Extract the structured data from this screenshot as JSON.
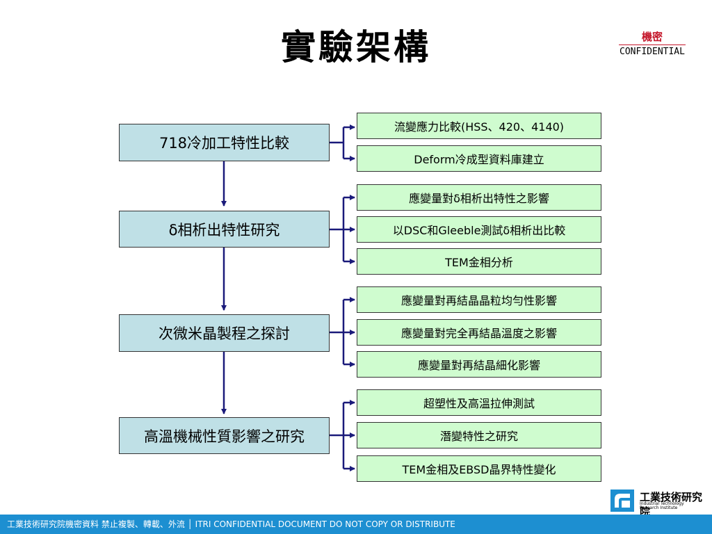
{
  "title": "實驗架構",
  "confidential": {
    "cn": "機密",
    "en": "CONFIDENTIAL"
  },
  "main_steps": [
    "718冷加工特性比較",
    "δ相析出特性研究",
    "次微米晶製程之探討",
    "高溫機械性質影響之研究"
  ],
  "sub_items": [
    [
      "流變應力比較(HSS、420、4140)",
      "Deform冷成型資料庫建立"
    ],
    [
      "應變量對δ相析出特性之影響",
      "以DSC和Gleeble測試δ相析出比較",
      "TEM金相分析"
    ],
    [
      "應變量對再結晶晶粒均勻性影響",
      "應變量對完全再結晶溫度之影響",
      "應變量對再結晶細化影響"
    ],
    [
      "超塑性及高溫拉伸測試",
      "潛變特性之研究",
      "TEM金相及EBSD晶界特性變化"
    ]
  ],
  "logo": {
    "cn": "工業技術研究院",
    "en": "Industrial Technology Research Institute"
  },
  "footer": "工業技術研究院機密資料 禁止複製、轉載、外流 │ ITRI CONFIDENTIAL DOCUMENT DO NOT COPY OR DISTRIBUTE",
  "colors": {
    "main_box": "#bfe0e6",
    "sub_box": "#cffccf",
    "arrow": "#1a1a7a",
    "footer": "#1d8fd1",
    "confidential": "#c4162a"
  }
}
